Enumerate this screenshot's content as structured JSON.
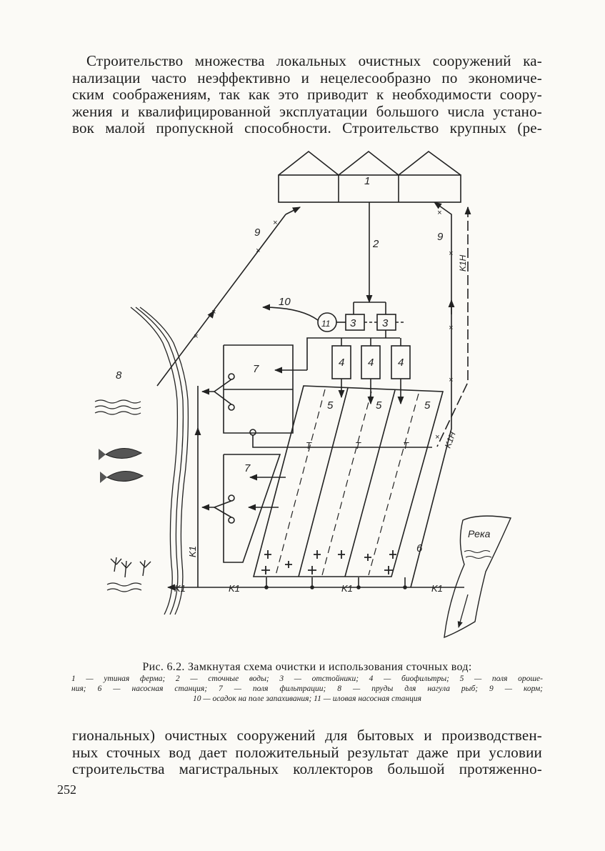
{
  "paragraph_top": [
    "Строительство множества локальных очистных сооружений ка-",
    "нализации часто неэффективно и нецелесообразно по экономиче-",
    "ским соображениям, так как это приводит к необходимости соору-",
    "жения и квалифицированной эксплуатации большого числа устано-",
    "вок малой пропускной способности. Строительство крупных (ре-"
  ],
  "figure": {
    "labels": {
      "n1": "1",
      "n2": "2",
      "n3": "3",
      "n4": "4",
      "n5": "5",
      "n6": "6",
      "n7": "7",
      "n8": "8",
      "n9": "9",
      "n10": "10",
      "n11": "11",
      "k1": "K1",
      "k1n": "K1H",
      "t": "T",
      "river": "Река"
    }
  },
  "caption": {
    "title": "Рис. 6.2. Замкнутая схема очистки и использования сточных вод:",
    "legend": [
      "1 — утиная ферма; 2 — сточные воды; 3 — отстойники; 4 — биофильтры; 5 — поля ороше-",
      "ния; 6 — насосная станция; 7 — поля фильтрации; 8 — пруды для нагула рыб; 9 — корм;",
      "10 — осадок на поле запахивания; 11 — иловая насосная станция"
    ]
  },
  "paragraph_bottom": [
    "гиональных) очистных сооружений для бытовых и производствен-",
    "ных сточных вод дает положительный результат даже при условии",
    "строительства магистральных коллекторов большой протяженно-"
  ],
  "page_number": "252"
}
